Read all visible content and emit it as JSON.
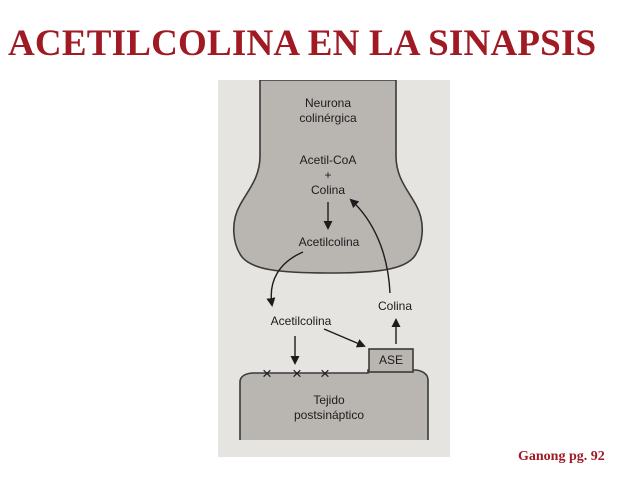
{
  "title": "ACETILCOLINA EN LA SINAPSIS",
  "colors": {
    "title": "#a01a24",
    "source": "#a01a24",
    "figure_bg": "#e6e4e0",
    "neuron_fill": "#b9b6b2",
    "membrane": "#3a3a3a",
    "arrow": "#1c1c1c"
  },
  "diagram": {
    "neuron_label": [
      "Neurona",
      "colinérgica"
    ],
    "precursor": {
      "acetyl_coa": "Acetil-CoA",
      "plus": "+",
      "choline": "Colina"
    },
    "intracellular_ach": "Acetilcolina",
    "released_ach": "Acetilcolina",
    "recycled_choline": "Colina",
    "enzyme": "ASE",
    "postsynaptic_label": [
      "Tejido",
      "postsináptico"
    ],
    "receptor_marks": [
      "×",
      "×",
      "×"
    ]
  },
  "source": "Ganong pg. 92"
}
